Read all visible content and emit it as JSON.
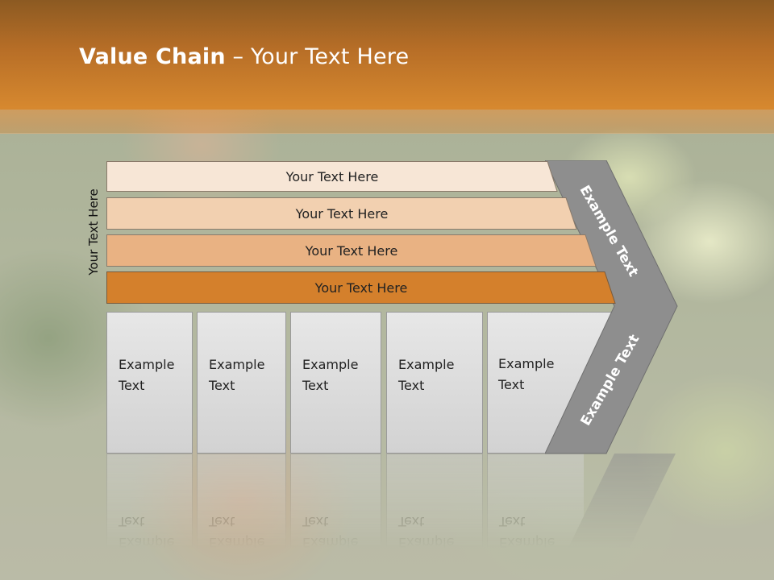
{
  "slide": {
    "title_bold": "Value Chain",
    "title_rest": " – Your Text Here",
    "side_label": "Your Text Here"
  },
  "bars": [
    {
      "label": "Your Text Here",
      "fill": "#f7e6d6"
    },
    {
      "label": "Your Text Here",
      "fill": "#f2d0b0"
    },
    {
      "label": "Your Text Here",
      "fill": "#e9b283"
    },
    {
      "label": "Your Text Here",
      "fill": "#d4802c"
    }
  ],
  "boxes": [
    {
      "line1": "Example",
      "line2": "Text"
    },
    {
      "line1": "Example",
      "line2": "Text"
    },
    {
      "line1": "Example",
      "line2": "Text"
    },
    {
      "line1": "Example",
      "line2": "Text"
    },
    {
      "line1": "Example",
      "line2": "Text"
    }
  ],
  "chevron": {
    "upper_text": "Example Text",
    "lower_text": "Example Text",
    "fill": "#8e8e8e"
  },
  "colors": {
    "header_accent": "#d7892f"
  }
}
